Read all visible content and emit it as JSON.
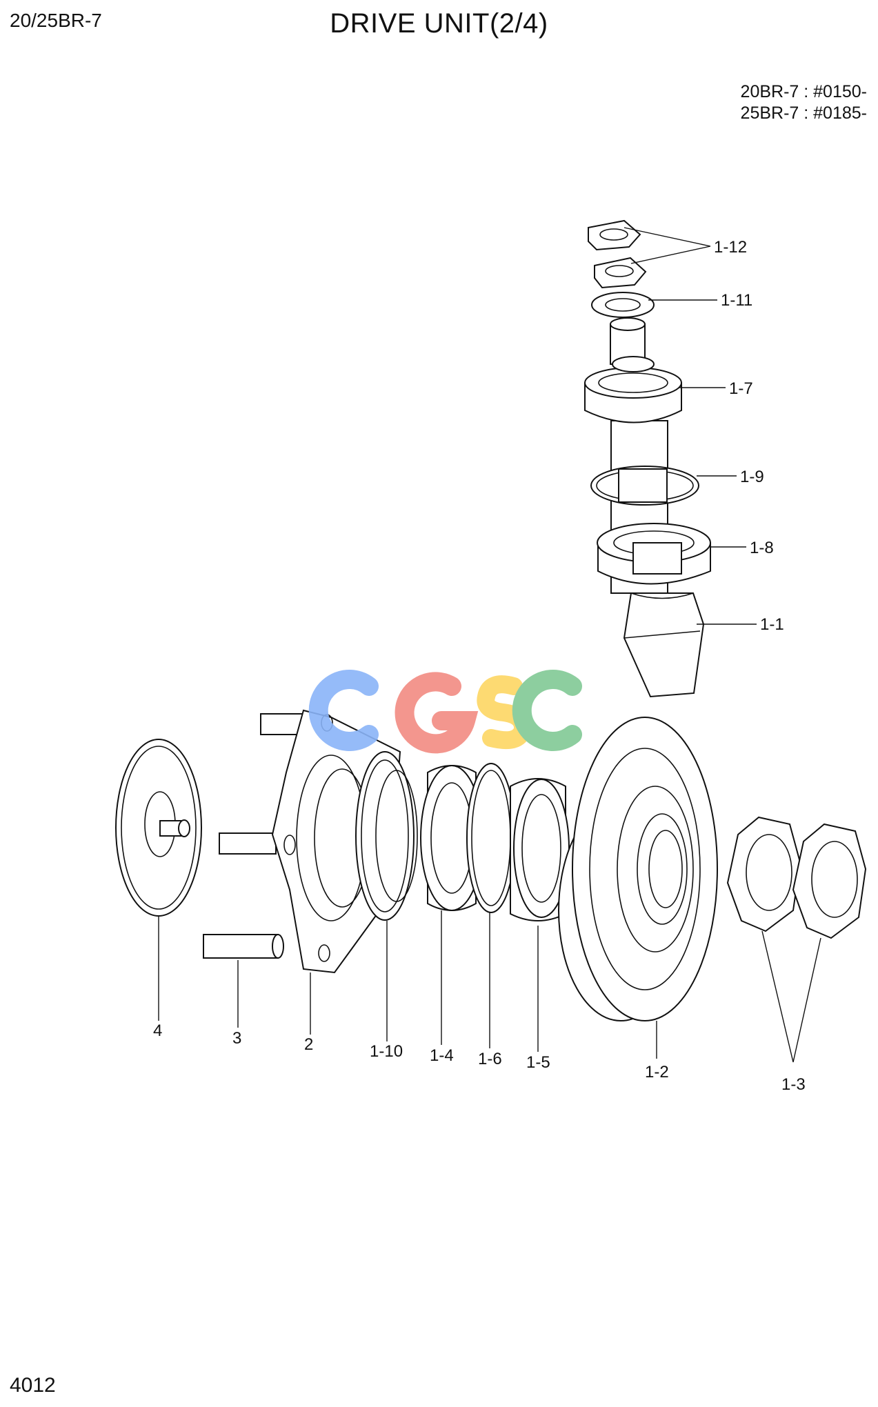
{
  "header": {
    "model": "20/25BR-7",
    "title": "DRIVE UNIT(2/4)",
    "serials": [
      "20BR-7 : #0150-",
      "25BR-7 : #0185-"
    ]
  },
  "footer": {
    "page_number": "4012"
  },
  "watermark": {
    "text": "CGSC",
    "colors": [
      "#8ab4f8",
      "#f28b82",
      "#fdd663",
      "#81c995"
    ]
  },
  "part_labels": {
    "p1_12": "1-12",
    "p1_11": "1-11",
    "p1_7": "1-7",
    "p1_9": "1-9",
    "p1_8": "1-8",
    "p1_1": "1-1",
    "p4": "4",
    "p3": "3",
    "p2": "2",
    "p1_10": "1-10",
    "p1_4": "1-4",
    "p1_6": "1-6",
    "p1_5": "1-5",
    "p1_2": "1-2",
    "p1_3": "1-3"
  }
}
